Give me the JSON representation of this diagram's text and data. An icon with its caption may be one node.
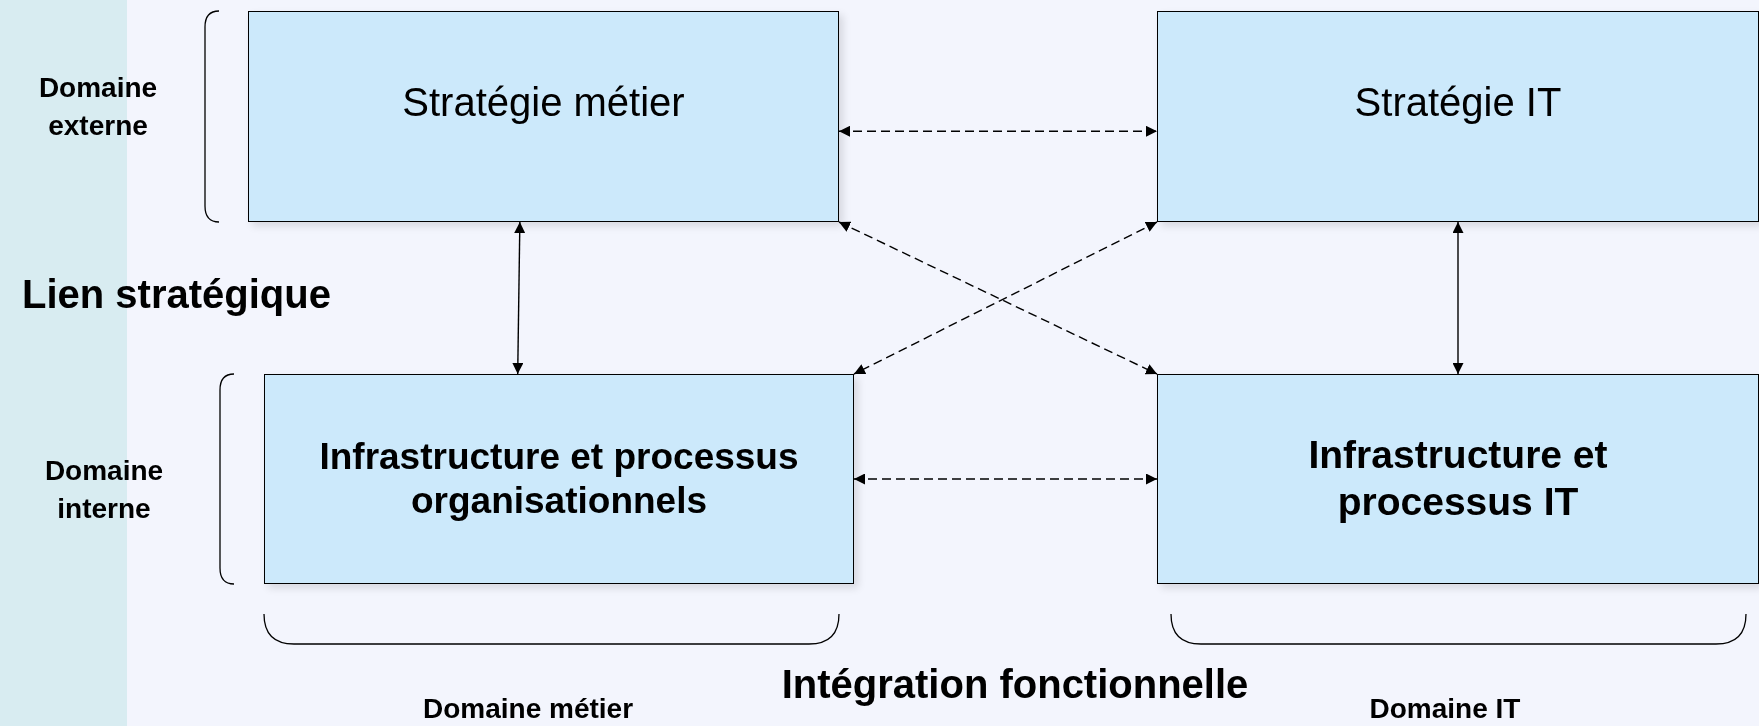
{
  "diagram": {
    "nodes": [
      {
        "text": [
          "Stratégie métier"
        ]
      },
      {
        "text": [
          "Stratégie IT"
        ]
      },
      {
        "text": [
          "Infrastructure et processus organisationnels"
        ]
      },
      {
        "text": [
          "Infrastructure et processus IT"
        ]
      }
    ],
    "edges": [
      {
        "from": 0,
        "to": 1,
        "arrow": "both",
        "style": "dashed"
      },
      {
        "from": 0,
        "to": 2,
        "arrow": "both"
      },
      {
        "from": 1,
        "to": 3,
        "arrow": "both"
      },
      {
        "from": 0,
        "to": 3,
        "arrow": "both",
        "style": "dashed"
      },
      {
        "from": 1,
        "to": 2,
        "arrow": "both",
        "style": "dashed"
      },
      {
        "from": 2,
        "to": 3,
        "arrow": "both",
        "style": "dashed"
      }
    ],
    "labels": [
      "Domaine externe",
      "Lien stratégique",
      "Domaine interne",
      "Intégration fonctionnelle",
      "Domaine métier",
      "Domaine IT"
    ]
  }
}
